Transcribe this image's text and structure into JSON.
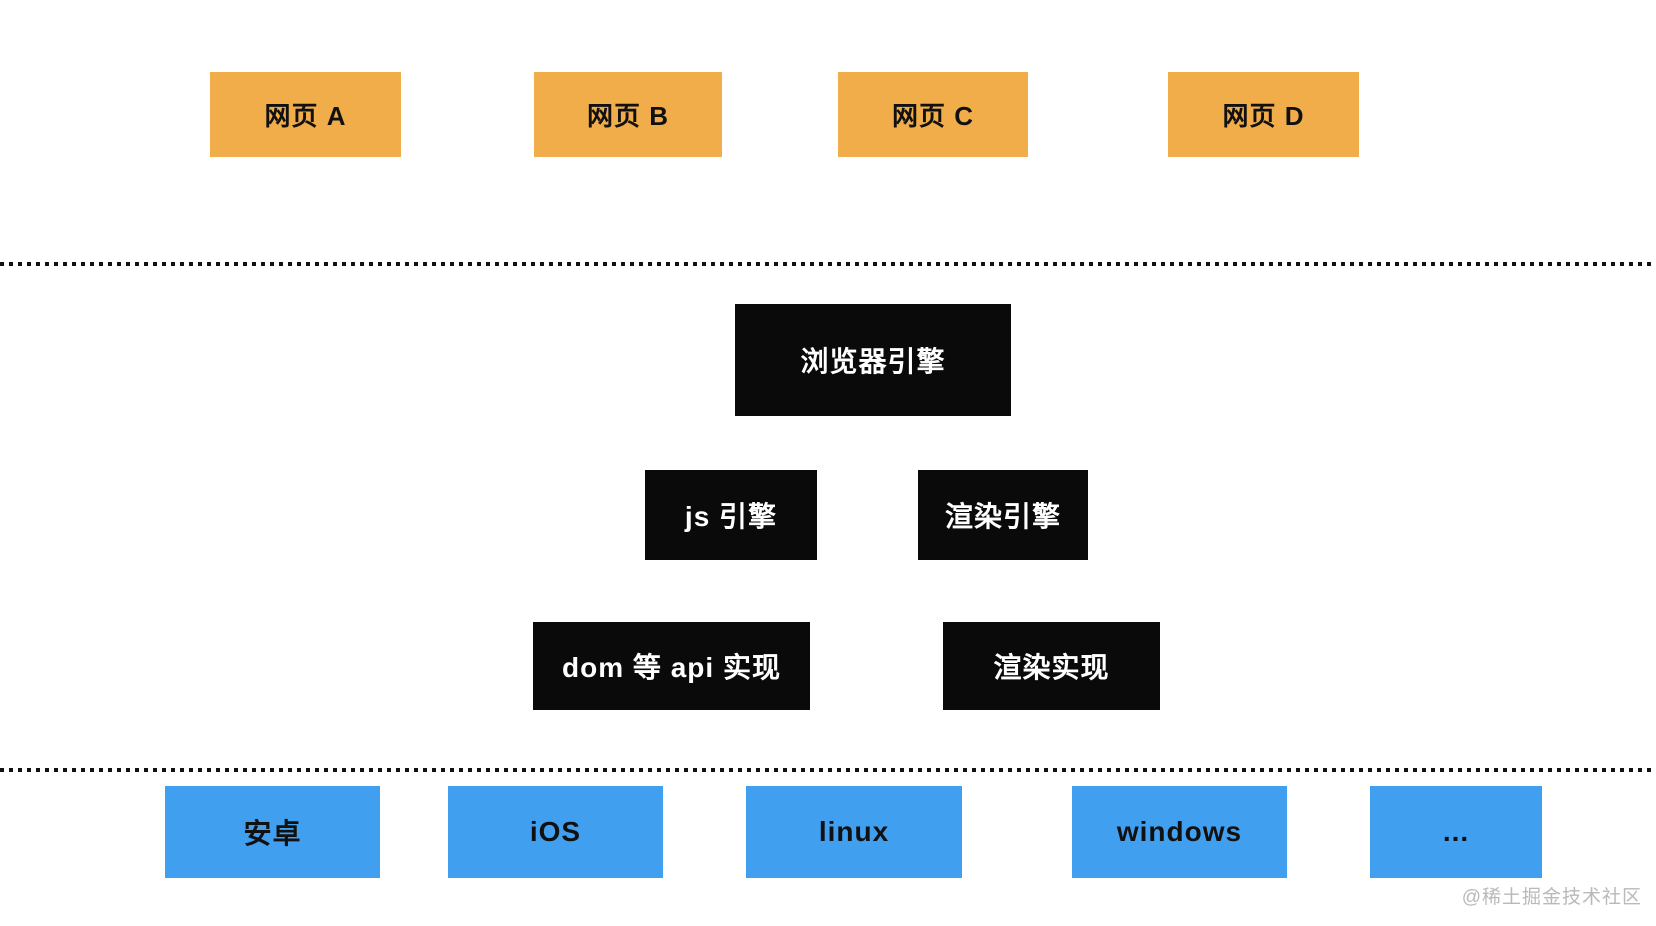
{
  "nodes": {
    "webpages": [
      {
        "label": "网页 A"
      },
      {
        "label": "网页 B"
      },
      {
        "label": "网页 C"
      },
      {
        "label": "网页 D"
      }
    ],
    "browser_engine": {
      "label": "浏览器引擎"
    },
    "engine_children": [
      {
        "label": "js 引擎"
      },
      {
        "label": "渲染引擎"
      }
    ],
    "implementations": [
      {
        "label": "dom 等 api 实现"
      },
      {
        "label": "渲染实现"
      }
    ],
    "platforms": [
      {
        "label": "安卓"
      },
      {
        "label": "iOS"
      },
      {
        "label": "linux"
      },
      {
        "label": "windows"
      },
      {
        "label": "..."
      }
    ]
  },
  "watermark": {
    "text": "@稀土掘金技术社区"
  },
  "colors": {
    "webpage_fill": "#F0AD4A",
    "engine_fill": "#0a0a0a",
    "platform_fill": "#419FF0",
    "text_on_light": "#111111",
    "text_on_dark": "#ffffff",
    "divider_dots": "#111111",
    "watermark_text": "#b9b9b9",
    "background": "#ffffff"
  }
}
